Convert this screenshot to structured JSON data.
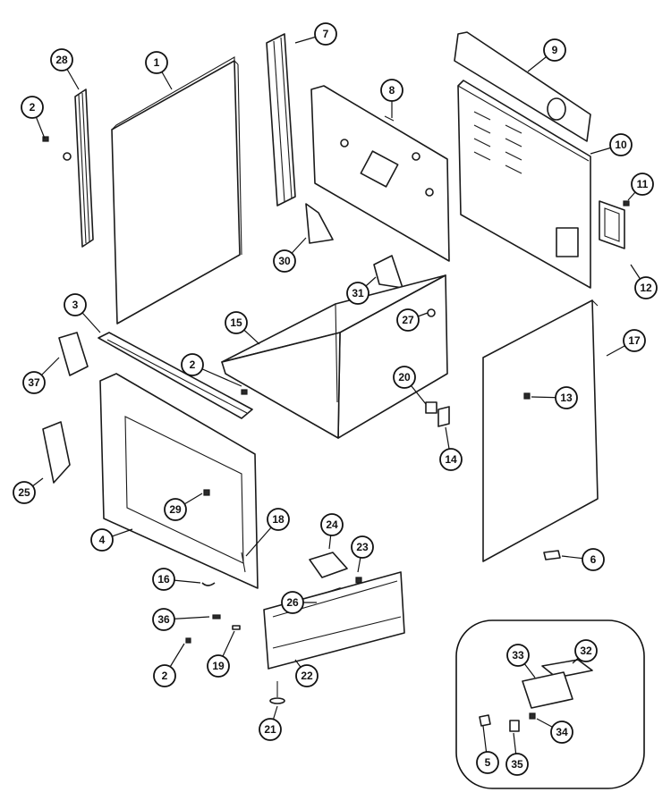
{
  "diagram": {
    "callouts": [
      {
        "id": "c1",
        "label": "1"
      },
      {
        "id": "c2a",
        "label": "2"
      },
      {
        "id": "c2b",
        "label": "2"
      },
      {
        "id": "c2c",
        "label": "2"
      },
      {
        "id": "c3",
        "label": "3"
      },
      {
        "id": "c4",
        "label": "4"
      },
      {
        "id": "c5",
        "label": "5"
      },
      {
        "id": "c6",
        "label": "6"
      },
      {
        "id": "c7",
        "label": "7"
      },
      {
        "id": "c8",
        "label": "8"
      },
      {
        "id": "c9",
        "label": "9"
      },
      {
        "id": "c10",
        "label": "10"
      },
      {
        "id": "c11",
        "label": "11"
      },
      {
        "id": "c12",
        "label": "12"
      },
      {
        "id": "c13",
        "label": "13"
      },
      {
        "id": "c14",
        "label": "14"
      },
      {
        "id": "c15",
        "label": "15"
      },
      {
        "id": "c16",
        "label": "16"
      },
      {
        "id": "c17",
        "label": "17"
      },
      {
        "id": "c18",
        "label": "18"
      },
      {
        "id": "c19",
        "label": "19"
      },
      {
        "id": "c20",
        "label": "20"
      },
      {
        "id": "c21",
        "label": "21"
      },
      {
        "id": "c22",
        "label": "22"
      },
      {
        "id": "c23",
        "label": "23"
      },
      {
        "id": "c24",
        "label": "24"
      },
      {
        "id": "c25",
        "label": "25"
      },
      {
        "id": "c26",
        "label": "26"
      },
      {
        "id": "c27",
        "label": "27"
      },
      {
        "id": "c28",
        "label": "28"
      },
      {
        "id": "c29",
        "label": "29"
      },
      {
        "id": "c30",
        "label": "30"
      },
      {
        "id": "c31",
        "label": "31"
      },
      {
        "id": "c32",
        "label": "32"
      },
      {
        "id": "c33",
        "label": "33"
      },
      {
        "id": "c34",
        "label": "34"
      },
      {
        "id": "c35",
        "label": "35"
      },
      {
        "id": "c36",
        "label": "36"
      },
      {
        "id": "c37",
        "label": "37"
      }
    ]
  }
}
